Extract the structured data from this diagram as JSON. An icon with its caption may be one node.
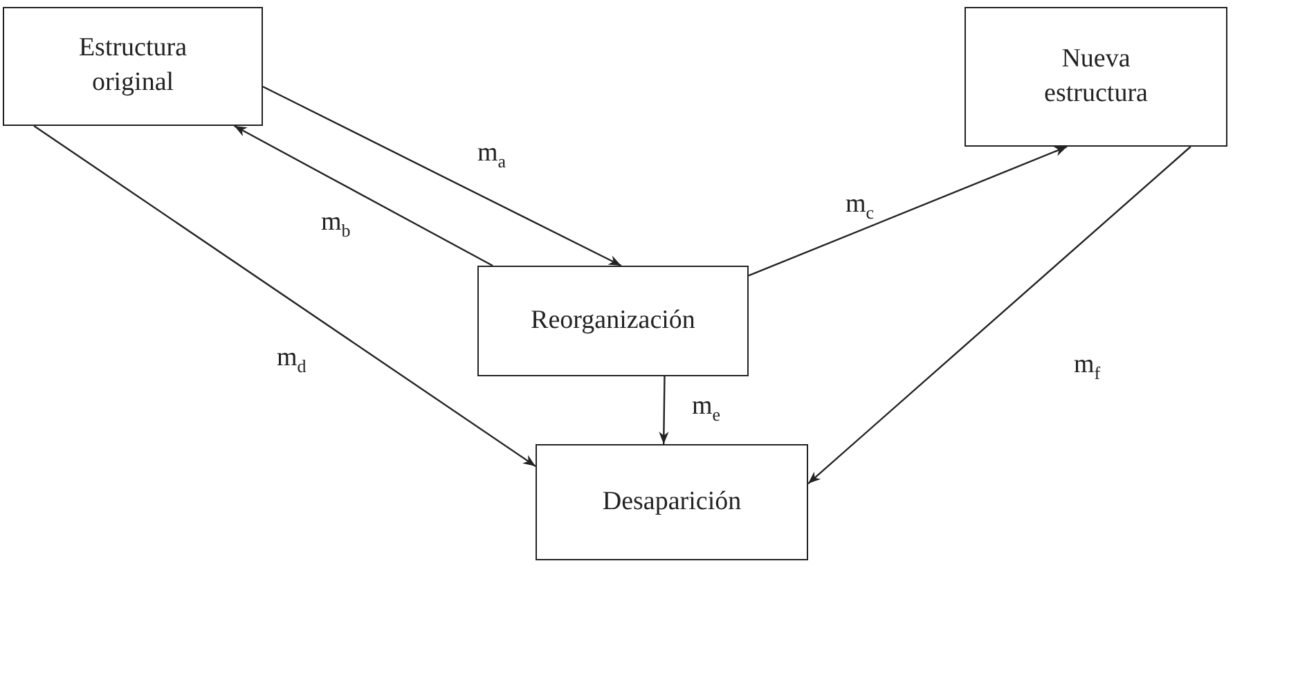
{
  "diagram": {
    "nodes": [
      {
        "text": [
          "Estructura original"
        ]
      },
      {
        "text": [
          "Nueva estructura"
        ]
      },
      {
        "text": [
          "Reorganización"
        ]
      },
      {
        "text": [
          "Desaparición"
        ]
      }
    ],
    "edges": [
      {
        "from": 0,
        "to": 2,
        "arrow": "to",
        "label": "m$_{a}$"
      },
      {
        "from": 2,
        "to": 0,
        "arrow": "to",
        "label": "m$_{b}$"
      },
      {
        "from": 2,
        "to": 1,
        "arrow": "to",
        "label": "m$_{c}$"
      },
      {
        "from": 0,
        "to": 3,
        "arrow": "to",
        "label": "m$_{d}$"
      },
      {
        "from": 2,
        "to": 3,
        "arrow": "to",
        "label": "m$_{e}$"
      },
      {
        "from": 1,
        "to": 3,
        "arrow": "to",
        "label": "m$_{f}$"
      }
    ]
  }
}
